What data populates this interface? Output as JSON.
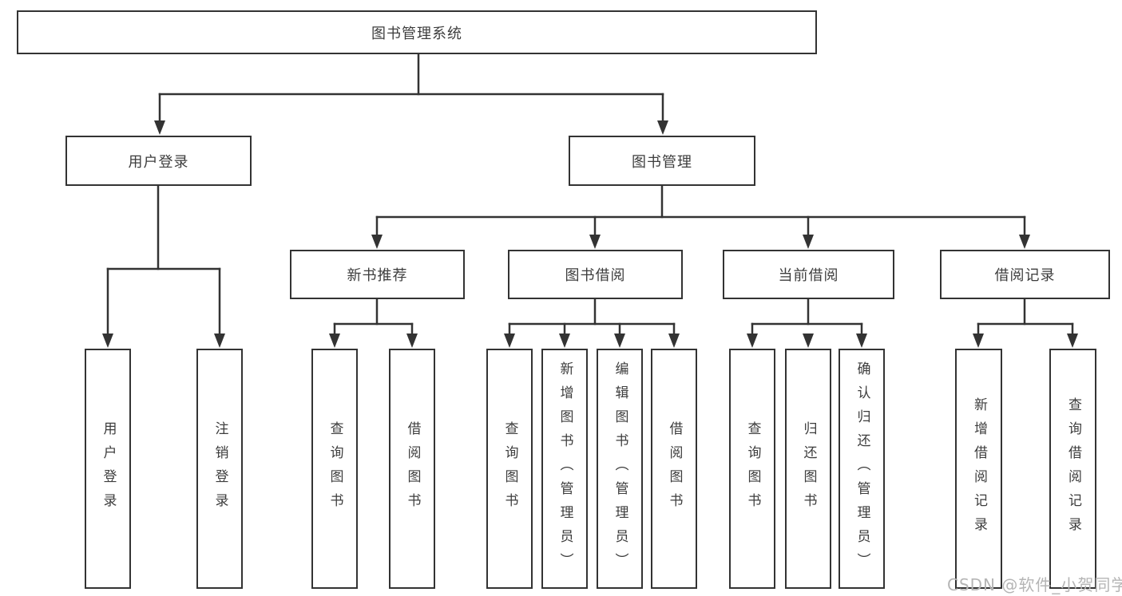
{
  "diagram": {
    "root": "图书管理系统",
    "level2": {
      "user_login": "用户登录",
      "book_mgmt": "图书管理"
    },
    "level3": {
      "new_book": "新书推荐",
      "book_borrow": "图书借阅",
      "current_borrow": "当前借阅",
      "borrow_record": "借阅记录"
    },
    "leaves": {
      "user_login": [
        "用户登录",
        "注销登录"
      ],
      "new_book": [
        "查询图书",
        "借阅图书"
      ],
      "book_borrow": [
        "查询图书",
        "新增图书（管理员）",
        "编辑图书（管理员）",
        "借阅图书"
      ],
      "current_borrow": [
        "查询图书",
        "归还图书",
        "确认归还（管理员）"
      ],
      "borrow_record": [
        "新增借阅记录",
        "查询借阅记录"
      ]
    }
  },
  "colors": {
    "line": "#333333",
    "text": "#3d3d3d",
    "box_background": "#ffffff",
    "watermark": "#b5b5b5"
  },
  "watermark": "CSDN @软件_小贺同学"
}
